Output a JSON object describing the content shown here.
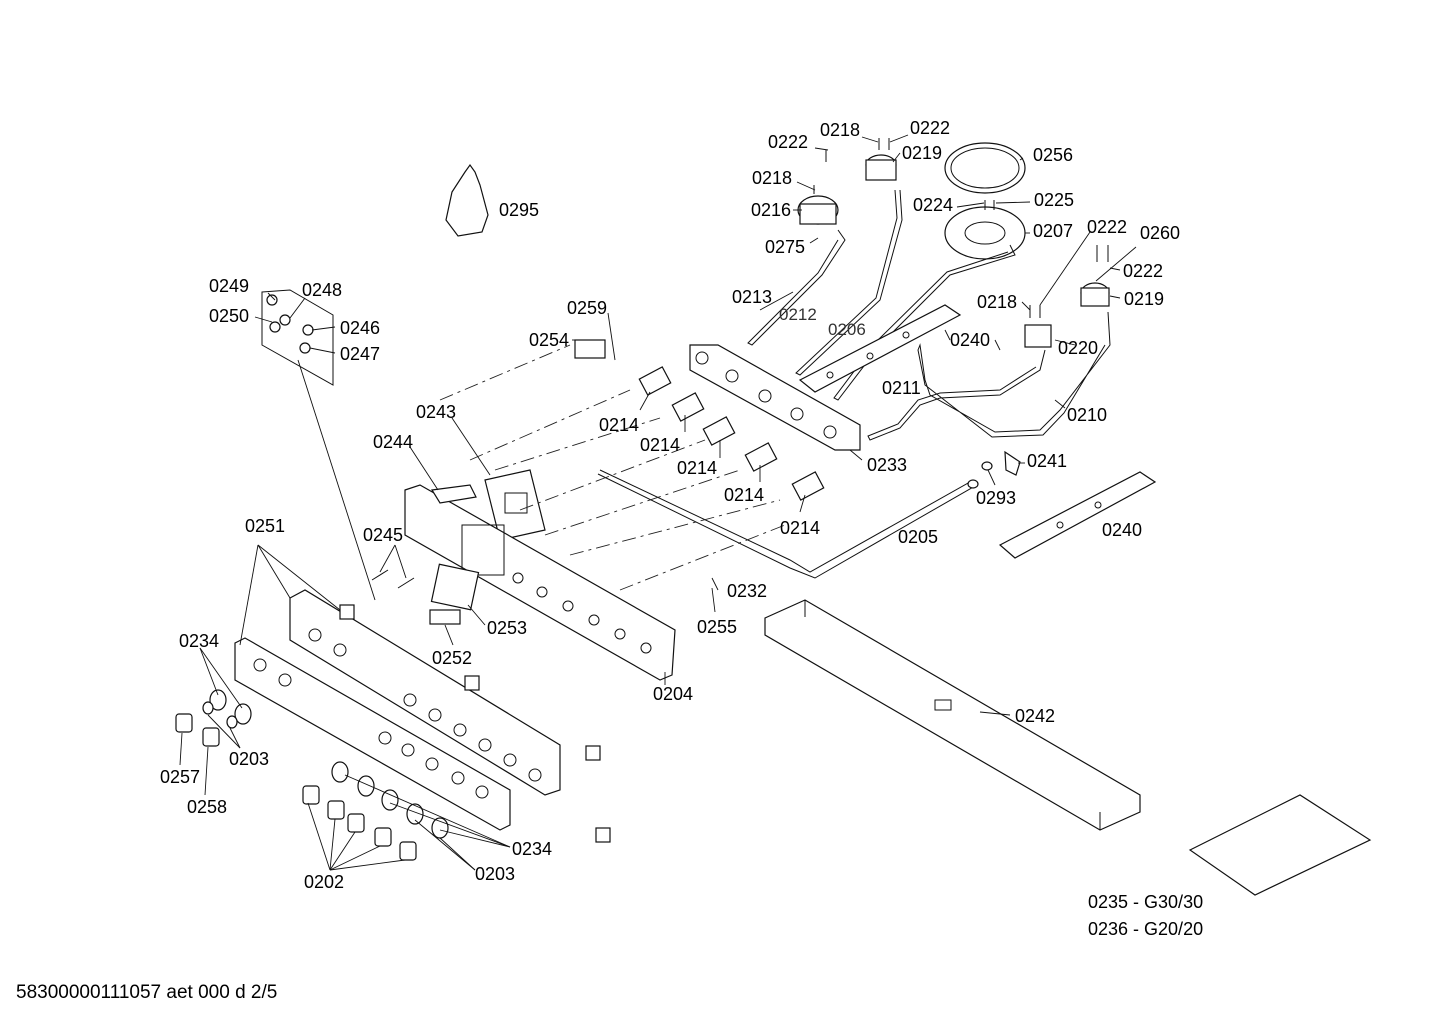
{
  "labels": {
    "l0222a": "0222",
    "l0218a": "0218",
    "l0222b": "0222",
    "l0219a": "0219",
    "l0256": "0256",
    "l0218b": "0218",
    "l0216": "0216",
    "l0224": "0224",
    "l0225": "0225",
    "l0275": "0275",
    "l0207": "0207",
    "l0222c": "0222",
    "l0260": "0260",
    "l0222d": "0222",
    "l0218c": "0218",
    "l0219b": "0219",
    "l0295": "0295",
    "l0249": "0249",
    "l0248": "0248",
    "l0250": "0250",
    "l0246": "0246",
    "l0247": "0247",
    "l0213": "0213",
    "l0212": "0212",
    "l0206": "0206",
    "l0240a": "0240",
    "l0220": "0220",
    "l0259": "0259",
    "l0254": "0254",
    "l0211": "0211",
    "l0210": "0210",
    "l0243": "0243",
    "l0214a": "0214",
    "l0214b": "0214",
    "l0214c": "0214",
    "l0214d": "0214",
    "l0214e": "0214",
    "l0233": "0233",
    "l0244": "0244",
    "l0241": "0241",
    "l0293": "0293",
    "l0240b": "0240",
    "l0251": "0251",
    "l0245": "0245",
    "l0205": "0205",
    "l0232": "0232",
    "l0253": "0253",
    "l0255": "0255",
    "l0252": "0252",
    "l0234a": "0234",
    "l0204": "0204",
    "l0242": "0242",
    "l0257": "0257",
    "l0203a": "0203",
    "l0258": "0258",
    "l0234b": "0234",
    "l0202": "0202",
    "l0203b": "0203",
    "l0235": "0235 - G30/30",
    "l0236": "0236 - G20/20"
  },
  "footer": {
    "doc_id": "58300000111057 aet 000 d 2/5"
  }
}
